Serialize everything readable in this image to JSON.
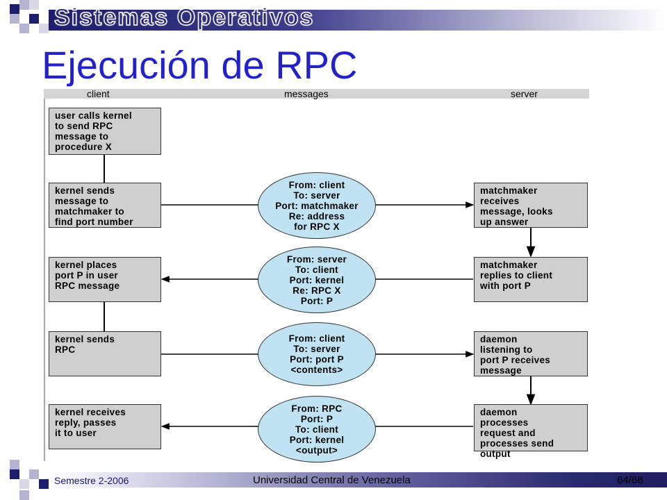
{
  "header": {
    "course_title": "Sistemas Operativos"
  },
  "slide": {
    "title": "Ejecución de RPC"
  },
  "diagram": {
    "columns": {
      "client": "client",
      "messages": "messages",
      "server": "server"
    },
    "client_boxes": [
      "user calls kernel\nto send RPC\nmessage to\nprocedure X",
      "kernel sends\nmessage to\nmatchmaker to\nfind port number",
      "kernel places\nport P in user\nRPC message",
      "kernel sends\nRPC",
      "kernel receives\nreply, passes\nit to user"
    ],
    "messages": [
      "From: client\nTo: server\nPort: matchmaker\nRe: address\nfor RPC X",
      "From: server\nTo: client\nPort: kernel\nRe: RPC X\nPort: P",
      "From: client\nTo: server\nPort: port P\n<contents>",
      "From: RPC\nPort: P\nTo: client\nPort: kernel\n<output>"
    ],
    "server_boxes": [
      "matchmaker\nreceives\nmessage, looks\nup answer",
      "matchmaker\nreplies to client\nwith port P",
      "daemon\nlistening to\nport P receives\nmessage",
      "daemon\nprocesses\nrequest and\nprocesses send\noutput"
    ]
  },
  "footer": {
    "semester": "Semestre 2-2006",
    "university": "Universidad Central de Venezuela",
    "page": "64/68"
  },
  "colors": {
    "title": "#2222cc",
    "box_fill": "#cfcfcf",
    "message_fill": "#bfe3f2",
    "header_dark": "#1e1e6e"
  }
}
